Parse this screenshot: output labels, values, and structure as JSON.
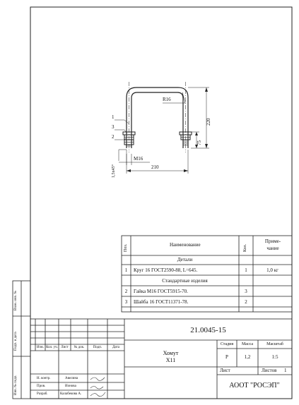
{
  "drawing": {
    "callouts": [
      "1",
      "3",
      "2"
    ],
    "dim_radius": "R16",
    "dim_height": "220",
    "dim_thread_len": "75",
    "dim_width": "210",
    "dim_thread": "M16",
    "dim_chamfer": "1,5x45°"
  },
  "spec": {
    "headers": {
      "pos": "Поз.",
      "name": "Наименование",
      "qty": "Кол.",
      "note": "Приме-\nчание"
    },
    "section_parts": "Детали",
    "section_std": "Стандартные изделия",
    "rows": [
      {
        "pos": "1",
        "name": "Круг 16 ГОСТ2590-88, L=645.",
        "qty": "1",
        "note": "1,0 кг"
      },
      {
        "pos": "2",
        "name": "Гайка М16 ГОСТ5915-70.",
        "qty": "3",
        "note": ""
      },
      {
        "pos": "3",
        "name": "Шайба 16 ГОСТ11371-78.",
        "qty": "2",
        "note": ""
      }
    ]
  },
  "title_block": {
    "doc_number": "21.0045-15",
    "name_line1": "Хомут",
    "name_line2": "Х11",
    "stage_label": "Стадия",
    "mass_label": "Масса",
    "scale_label": "Масштаб",
    "stage": "Р",
    "mass": "1,2",
    "scale": "1:5",
    "sheet_label": "Лист",
    "sheets_label": "Листов",
    "sheets": "1",
    "company": "АООТ \"РОСЭП\"",
    "change_headers": [
      "Изм.",
      "Кол. уч.",
      "Лист",
      "№ док.",
      "Подп.",
      "Дата"
    ],
    "roles": [
      {
        "role": "Н. контр.",
        "person": "Авелина"
      },
      {
        "role": "Пров.",
        "person": "Ионова"
      },
      {
        "role": "Разраб.",
        "person": "Калабекова А."
      }
    ]
  },
  "side_stamp": {
    "labels": [
      "Взам. инв. №",
      "Подп. и дата",
      "Инв. № подл."
    ]
  }
}
